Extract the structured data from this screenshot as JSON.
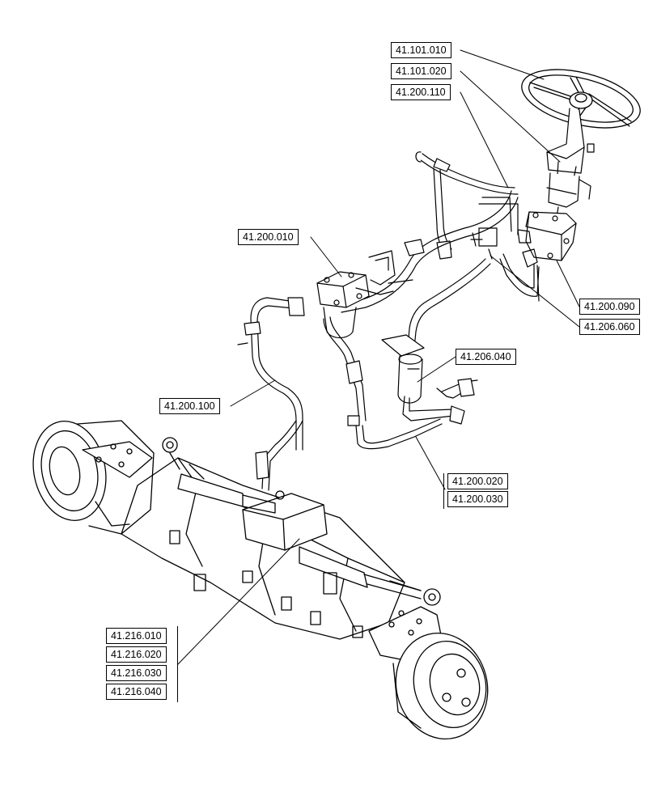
{
  "callouts": {
    "c_41_101_010": "41.101.010",
    "c_41_101_020": "41.101.020",
    "c_41_200_110": "41.200.110",
    "c_41_200_010": "41.200.010",
    "c_41_200_090": "41.200.090",
    "c_41_206_060": "41.206.060",
    "c_41_206_040": "41.206.040",
    "c_41_200_100": "41.200.100",
    "c_41_200_020": "41.200.020",
    "c_41_200_030": "41.200.030",
    "c_41_216_010": "41.216.010",
    "c_41_216_020": "41.216.020",
    "c_41_216_030": "41.216.030",
    "c_41_216_040": "41.216.040"
  },
  "colors": {
    "line": "#000000",
    "background": "#ffffff"
  }
}
